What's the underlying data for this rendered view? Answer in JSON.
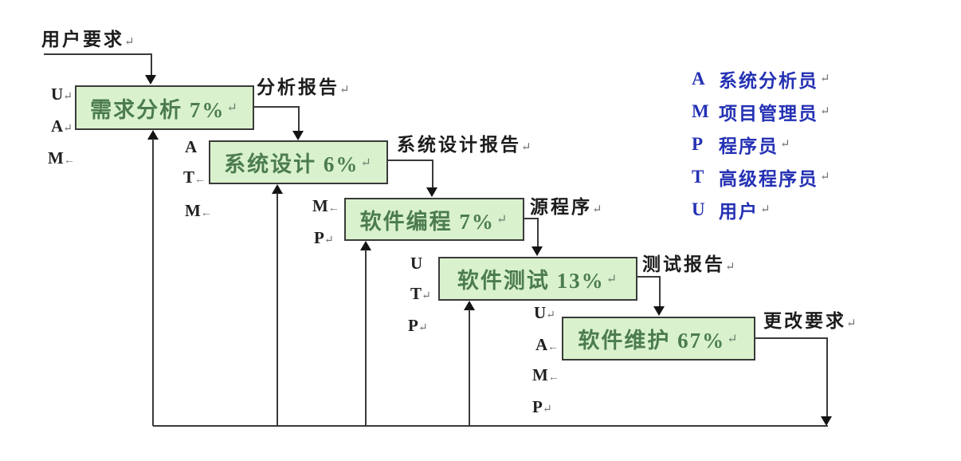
{
  "input_label": {
    "text": "用户要求",
    "mark": "↵"
  },
  "stages": [
    {
      "name": "需求分析",
      "percent": "7%",
      "label": "需求分析 7%",
      "mark": "↵",
      "output_label": "分析报告",
      "output_mark": "↵",
      "roles": [
        {
          "letter": "U",
          "mark": "↵"
        },
        {
          "letter": "A",
          "mark": "↵"
        },
        {
          "letter": "M",
          "mark": "←"
        }
      ]
    },
    {
      "name": "系统设计",
      "percent": "6%",
      "label": "系统设计 6%",
      "mark": "↵",
      "output_label": "系统设计报告",
      "output_mark": "↵",
      "roles": [
        {
          "letter": "A",
          "mark": ""
        },
        {
          "letter": "T",
          "mark": "←"
        },
        {
          "letter": "M",
          "mark": "←"
        }
      ]
    },
    {
      "name": "软件编程",
      "percent": "7%",
      "label": "软件编程 7%",
      "mark": "↵",
      "output_label": "源程序",
      "output_mark": "↵",
      "roles": [
        {
          "letter": "M",
          "mark": "←"
        },
        {
          "letter": "P",
          "mark": "↵"
        }
      ]
    },
    {
      "name": "软件测试",
      "percent": "13%",
      "label": "软件测试 13%",
      "mark": "↵",
      "output_label": "测试报告",
      "output_mark": "↵",
      "roles": [
        {
          "letter": "U",
          "mark": ""
        },
        {
          "letter": "T",
          "mark": "↵"
        },
        {
          "letter": "P",
          "mark": "↵"
        }
      ]
    },
    {
      "name": "软件维护",
      "percent": "67%",
      "label": "软件维护 67%",
      "mark": "↵",
      "output_label": "更改要求",
      "output_mark": "↵",
      "roles": [
        {
          "letter": "U",
          "mark": "↵"
        },
        {
          "letter": "A",
          "mark": "←"
        },
        {
          "letter": "M",
          "mark": "←"
        },
        {
          "letter": "P",
          "mark": "↵"
        }
      ]
    }
  ],
  "legend": {
    "items": [
      {
        "letter": "A",
        "term": "系统分析员",
        "mark": "↵"
      },
      {
        "letter": "M",
        "term": "项目管理员",
        "mark": "↵"
      },
      {
        "letter": "P",
        "term": "程序员",
        "mark": "↵"
      },
      {
        "letter": "T",
        "term": "高级程序员",
        "mark": "↵"
      },
      {
        "letter": "U",
        "term": "用户",
        "mark": "↵"
      }
    ]
  },
  "colors": {
    "box_fill": "#d9f2cd",
    "box_border": "#3a3a3a",
    "box_text": "#4c7c50",
    "connector_line": "#3a3a3a",
    "label_text": "#1c1c1c",
    "legend_text": "#2431b4"
  }
}
